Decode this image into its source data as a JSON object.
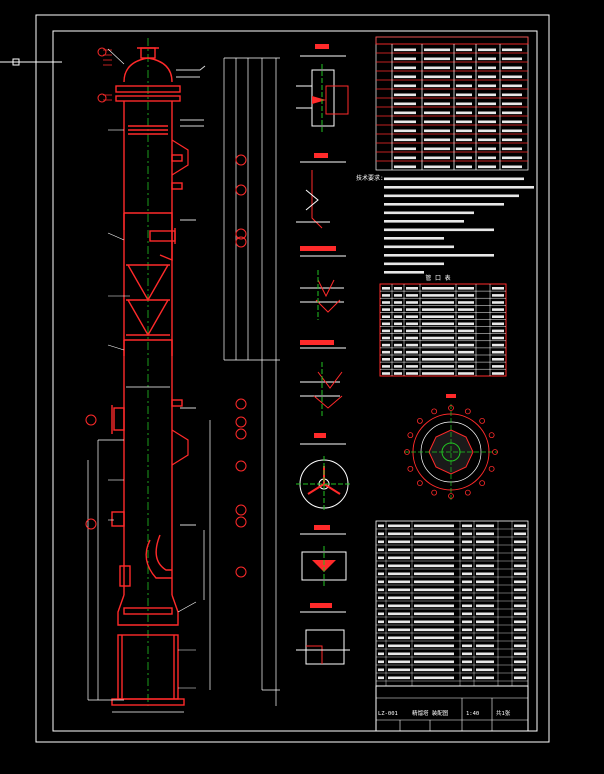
{
  "colors": {
    "background": "#000000",
    "frame": "#ffffff",
    "vessel": "#ff2a2a",
    "dimension": "#ffffff",
    "centerline": "#22c422",
    "pipe": "#d6d6d6",
    "hatch": "#ff2a2a",
    "table_grid_header": "#ff2a2a"
  },
  "notes": {
    "heading": "技术要求:"
  },
  "nozzle_table": {
    "heading": "管 口 表"
  },
  "title_block": {
    "drawing_no": "LZ-001",
    "title": "精馏塔 装配图",
    "scale": "1:40",
    "sheet": "共1张"
  }
}
